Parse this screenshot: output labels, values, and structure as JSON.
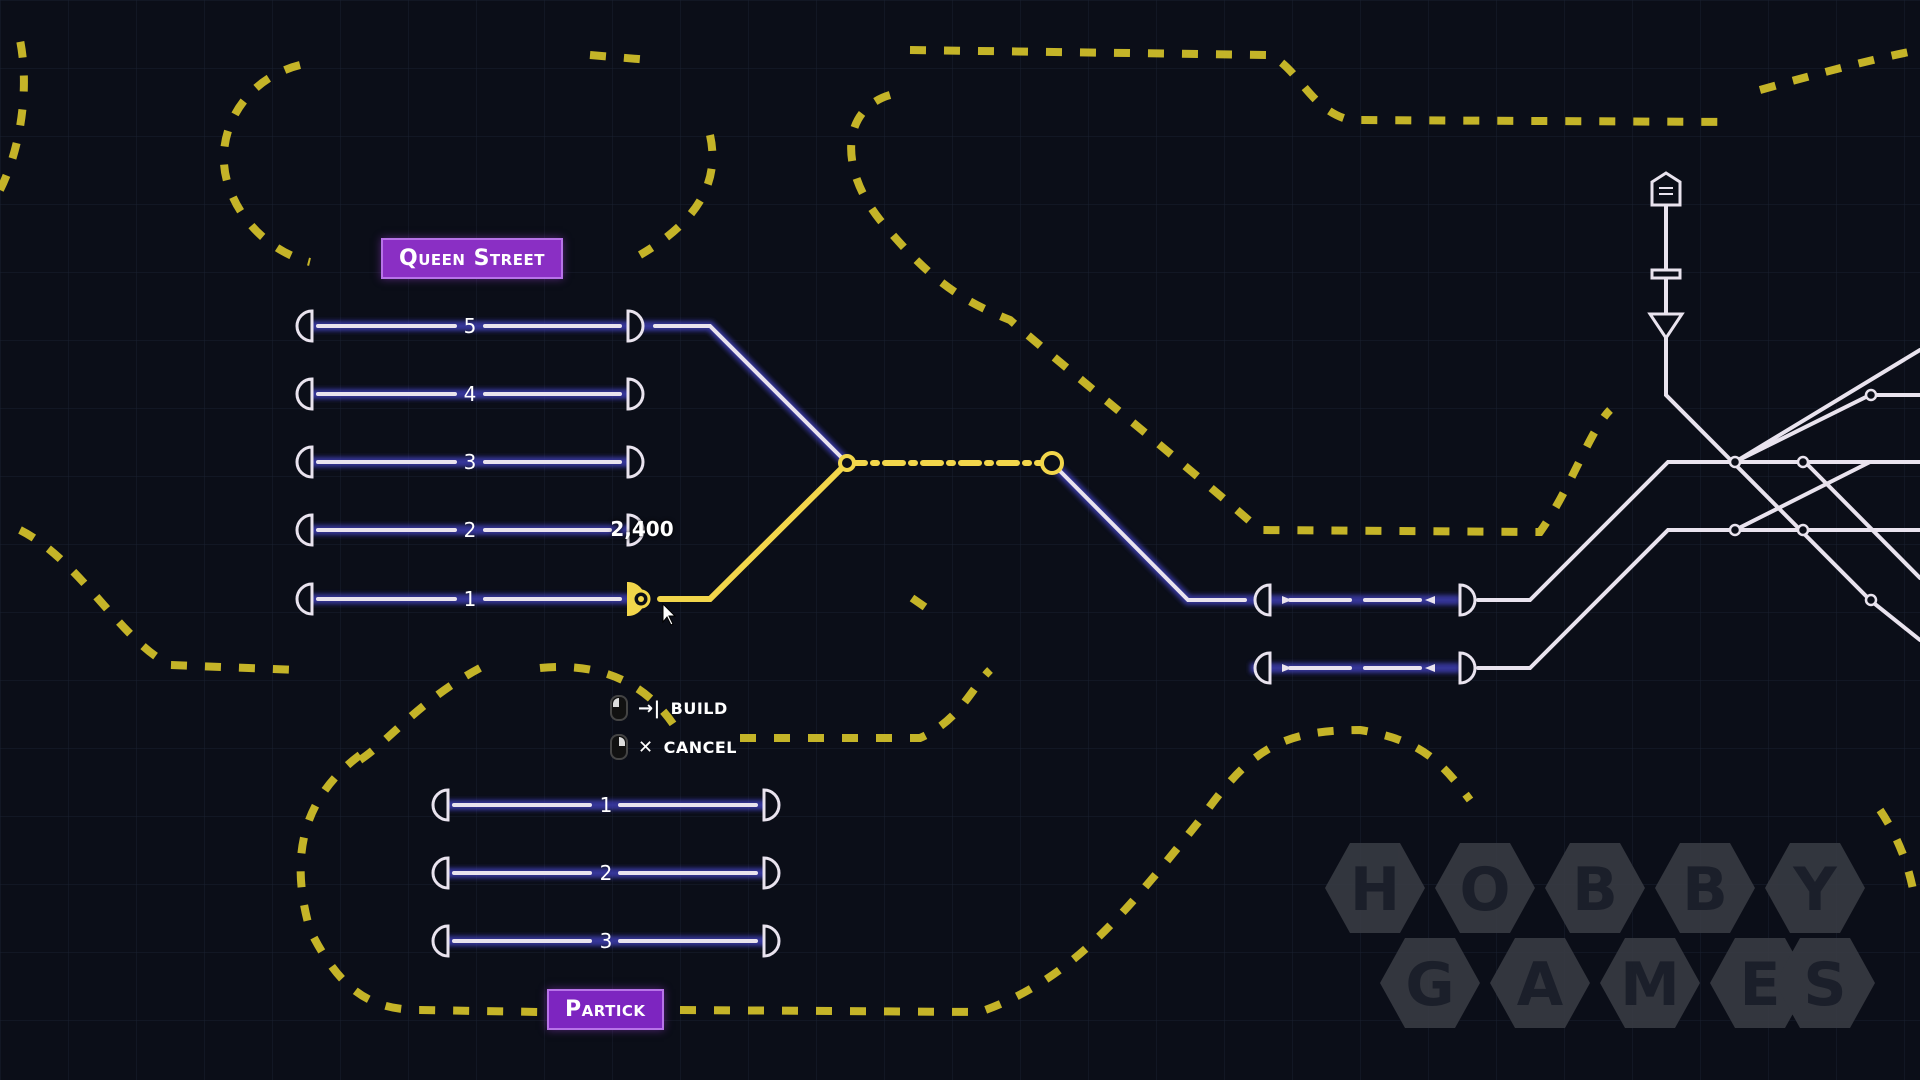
{
  "stations": {
    "queen_street": {
      "name": "Queen Street",
      "tracks": [
        "5",
        "4",
        "3",
        "2",
        "1"
      ]
    },
    "partick": {
      "name": "Partick",
      "tracks": [
        "1",
        "2",
        "3"
      ]
    }
  },
  "build_cost": "2,400",
  "controls": {
    "build": {
      "icon": "→|",
      "label": "BUILD"
    },
    "cancel": {
      "icon": "✕",
      "label": "CANCEL"
    }
  },
  "watermark": {
    "row1": [
      "H",
      "O",
      "B",
      "B",
      "Y"
    ],
    "row2": [
      "G",
      "A",
      "M",
      "E",
      "S"
    ]
  },
  "colors": {
    "background": "#0b0e18",
    "track": "#e9e3ee",
    "track_glow": "#3b3aa8",
    "build_preview": "#f2d64b",
    "hazard": "#d9c62a",
    "station_label": "#8a2fc4"
  }
}
